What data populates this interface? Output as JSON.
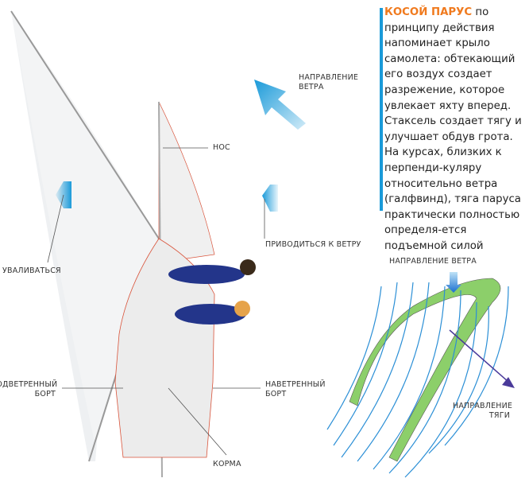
{
  "intro": {
    "highlight": "КОСОЙ ПАРУС",
    "text": " по принципу действия напоминает крыло самолета: обтекающий его воздух создает разрежение, которое увлекает яхту вперед. Стаксель создает тягу и улучшает обдув грота. На курсах, близких к перпенди-куляру относительно ветра (галфвинд), тяга паруса практически полностью определя-ется подъемной силой"
  },
  "labels": {
    "wind_direction": "НАПРАВЛЕНИЕ ВЕТРА",
    "bow": "НОС",
    "luff_up": "ПРИВОДИТЬСЯ К ВЕТРУ",
    "bear_away": "УВАЛИВАТЬСЯ",
    "leeward_side": "ПОДВЕТРЕННЫЙ БОРТ",
    "windward_side": "НАВЕТРЕННЫЙ БОРТ",
    "stern": "КОРМА"
  },
  "diagram": {
    "wind_direction": "НАПРАВЛЕНИЕ ВЕТРА",
    "thrust_direction": "НАПРАВЛЕНИЕ ТЯГИ"
  },
  "colors": {
    "accent": "#f07a1e",
    "blue": "#1a9ad9",
    "green": "#8ccf6a",
    "thrust": "#4a3a9a"
  }
}
